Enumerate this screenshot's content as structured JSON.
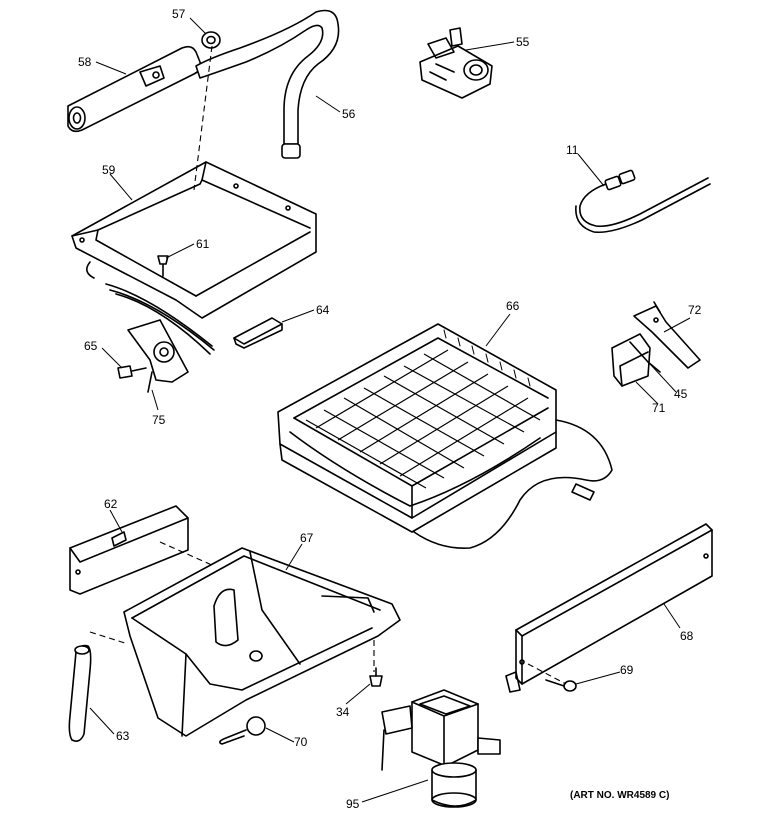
{
  "callouts": {
    "c57": "57",
    "c58": "58",
    "c56": "56",
    "c55": "55",
    "c11": "11",
    "c59": "59",
    "c61": "61",
    "c64": "64",
    "c66": "66",
    "c72": "72",
    "c65": "65",
    "c75": "75",
    "c45": "45",
    "c71": "71",
    "c62": "62",
    "c67": "67",
    "c68": "68",
    "c63": "63",
    "c34": "34",
    "c69": "69",
    "c70": "70",
    "c95": "95"
  },
  "art_number": "(ART NO. WR4589 C)"
}
